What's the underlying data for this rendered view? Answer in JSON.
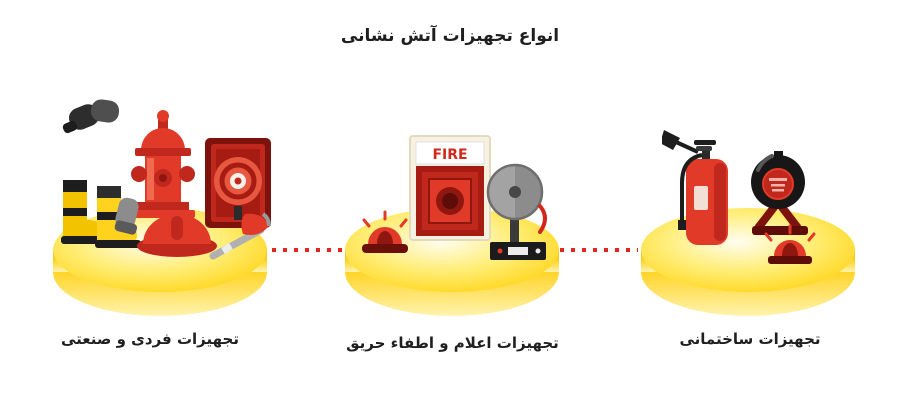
{
  "title": "انواع تجهیزات آتش نشانی",
  "colors": {
    "accent_red": "#e23a28",
    "dark_red": "#a61b12",
    "deep_red": "#8f1710",
    "disc_yellow": "#ffd000",
    "connector_red": "#e0271b",
    "text": "#1f1f1f"
  },
  "platforms": [
    {
      "label": "تجهیزات فردی و صنعتی",
      "icons": [
        "gloves-icon",
        "boots-icon",
        "fire-hydrant-icon",
        "work-glove-icon",
        "fire-helmet-icon",
        "hose-reel-icon",
        "fire-axe-icon"
      ]
    },
    {
      "label": "تجهیزات اعلام و اطفاء حریق",
      "sign_text": "FIRE",
      "icons": [
        "siren-icon",
        "fire-alarm-box-icon",
        "alarm-bell-icon",
        "control-panel-icon"
      ]
    },
    {
      "label": "تجهیزات ساختمانی",
      "icons": [
        "fire-extinguisher-icon",
        "fire-ball-icon",
        "ball-stand-icon",
        "siren-icon"
      ]
    }
  ]
}
